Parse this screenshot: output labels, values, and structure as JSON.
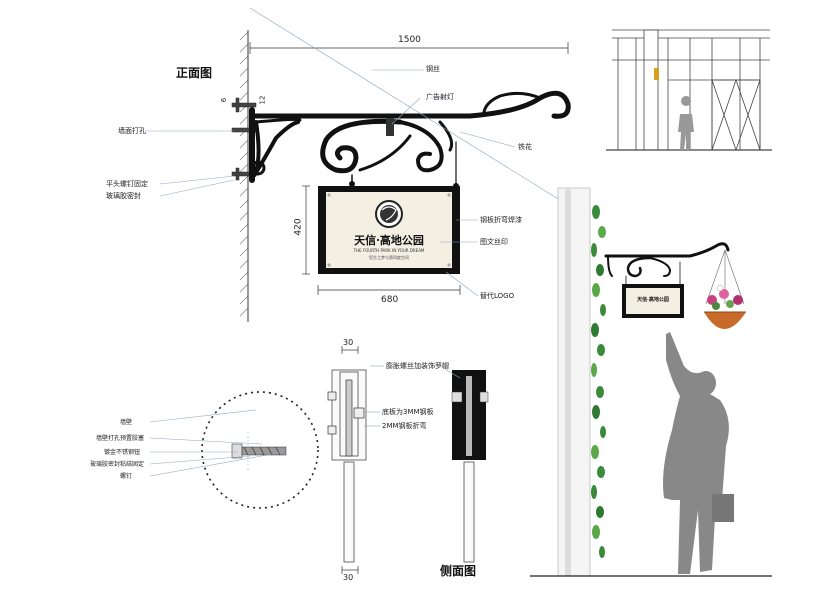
{
  "titles": {
    "front_view": "正面图",
    "side_view": "侧面图"
  },
  "dimensions": {
    "width_1500": "1500",
    "width_680": "680",
    "height_420": "420",
    "d_12": "12",
    "d_6": "6",
    "top_30": "30",
    "bottom_30": "30"
  },
  "labels": {
    "steel_wire": "钢丝",
    "ad_spotlight": "广告射灯",
    "wall_drill": "墙面打孔",
    "iron_flower": "铁花",
    "flat_screw": "平头螺钉固定",
    "glass_glue": "玻璃胶密封",
    "steel_plate_weld": "钢板折弯焊漆",
    "graphic_print": "图文丝印",
    "replace_logo": "替代LOGO",
    "bolt_nut": "膨胀螺丝加装饰罗帽",
    "base_plate": "底板为3MM钢板",
    "plate_bend": "2MM钢板折弯",
    "wall_body": "墙壁",
    "wall_hole_glue": "墙壁打孔预置胶塞",
    "stainless_bolt": "镀金不锈钢钮",
    "glass_glue_fix": "玻璃胶密封粘结固定",
    "screw_nail": "螺钉"
  },
  "sign": {
    "name": "天信·高地公园",
    "english": "THE FOURTH PARK IN YOUR DREAM",
    "sub": "您生之梦与第四度空间"
  },
  "small_sign": {
    "name": "天信·高地公园"
  }
}
